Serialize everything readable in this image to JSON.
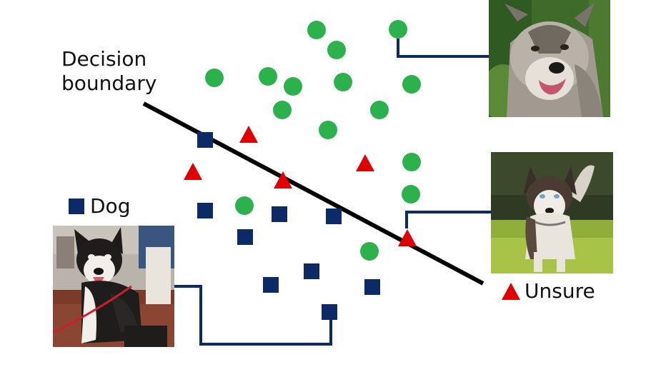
{
  "labels": {
    "boundary_line1": "Decision",
    "boundary_line2": "boundary",
    "dog": "Dog",
    "unsure": "Unsure"
  },
  "colors": {
    "circle": "#2bb24c",
    "square": "#0b2a66",
    "triangle": "#e00000",
    "connector": "#0b2a66",
    "boundary": "#000000"
  },
  "images": {
    "wolf": "gray wolf face",
    "husky_grass": "husky standing on grass",
    "husky_harness": "husky in a harness"
  }
}
